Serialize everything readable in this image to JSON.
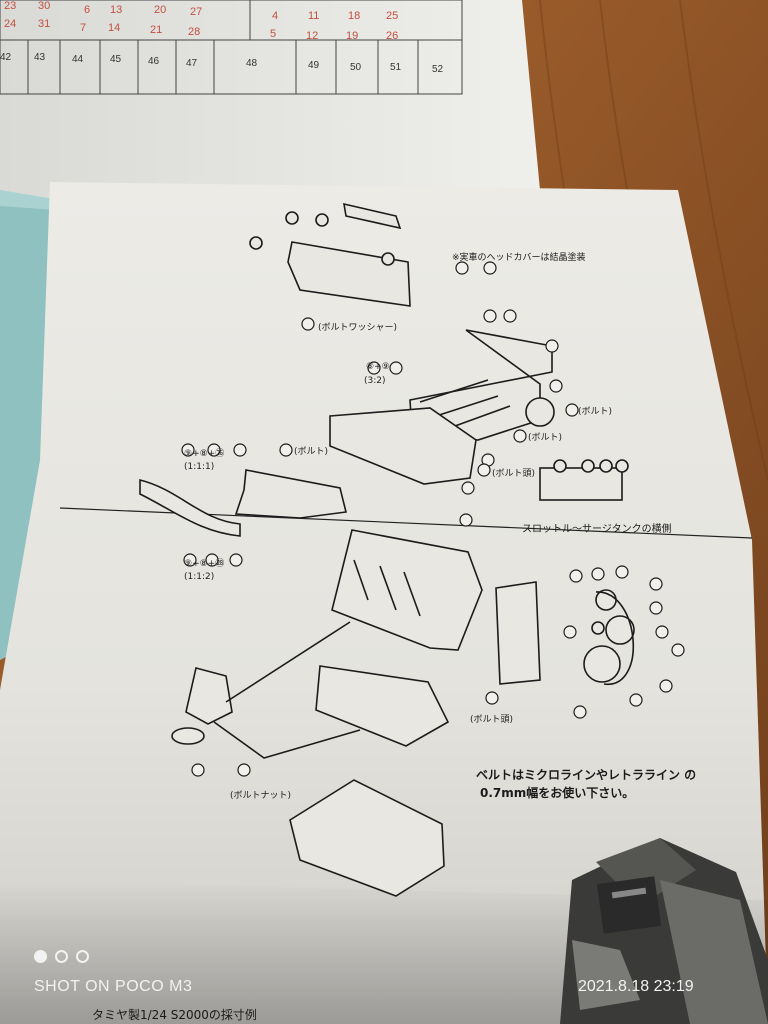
{
  "calendar": {
    "top_row_a": [
      "23",
      "30",
      "6",
      "13",
      "20",
      "27"
    ],
    "top_row_b": [
      "24",
      "31",
      "7",
      "14",
      "21",
      "28"
    ],
    "right_row_a": [
      "4",
      "11",
      "18",
      "25"
    ],
    "right_row_b": [
      "5",
      "12",
      "19",
      "26"
    ],
    "week_numbers": [
      "42",
      "43",
      "44",
      "45",
      "46",
      "47",
      "48",
      "49",
      "50",
      "51",
      "52"
    ]
  },
  "instructions": {
    "head_cover_note": "※実車のヘッドカバーは結晶塗装",
    "callouts": {
      "washer": "(ボルトワッシャー)",
      "ratio_32_label": "⑧+⑨",
      "ratio_32": "(3:2)",
      "bolt_1": "(ボルト)",
      "bolt_2": "(ボルト)",
      "bolt_3": "(ボルト)",
      "bolt_head_1": "(ボルト頭)",
      "bolt_head_2": "(ボルト頭)",
      "bolt_nut": "(ボルトナット)",
      "ratio_111_label": "⑨+⑧+㉖",
      "ratio_111": "(1:1:1)",
      "ratio_112_label": "⑨+⑧+㉘",
      "ratio_112": "(1:1:2)"
    },
    "throttle_caption": "スロットル〜サージタンクの横側",
    "belt_note_line1": "ベルトはミクロラインやレトラライン の",
    "belt_note_line2": "0.7mm幅をお使い下さい。",
    "bottom_cut_text": "タミヤ製1/24 S2000の採寸例"
  },
  "camera": {
    "watermark": "SHOT ON POCO M3",
    "timestamp": "2021.8.18 23:19"
  }
}
